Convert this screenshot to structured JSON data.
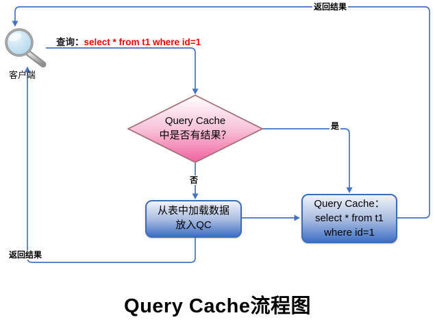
{
  "title": "Query Cache流程图",
  "client": {
    "label": "客户端",
    "icon": "magnifier-icon"
  },
  "labels": {
    "top_return": "返回结果",
    "bottom_return": "返回结果",
    "query_prefix": "查询：",
    "query_sql": "select * from t1 where id=1",
    "yes": "是",
    "no": "否"
  },
  "decision": {
    "line1": "Query Cache",
    "line2": "中是否有结果？"
  },
  "load_box": {
    "line1": "从表中加载数据",
    "line2": "放入QC"
  },
  "cache_box": {
    "line1": "Query Cache：",
    "line2": "select * from t1",
    "line3": "where id=1"
  },
  "colors": {
    "connector_blue": "#4472C4",
    "sql_red": "#EE0000",
    "diamond_fill_top": "#FFFFFF",
    "diamond_fill_bottom": "#EF619E",
    "diamond_border": "#A56E78",
    "box_fill_top": "#F0F3F9",
    "box_fill_bottom": "#3E6FC5",
    "box_border": "#3B6CB5",
    "lens_blue": "#A6D2EA",
    "text_black": "#000000"
  }
}
